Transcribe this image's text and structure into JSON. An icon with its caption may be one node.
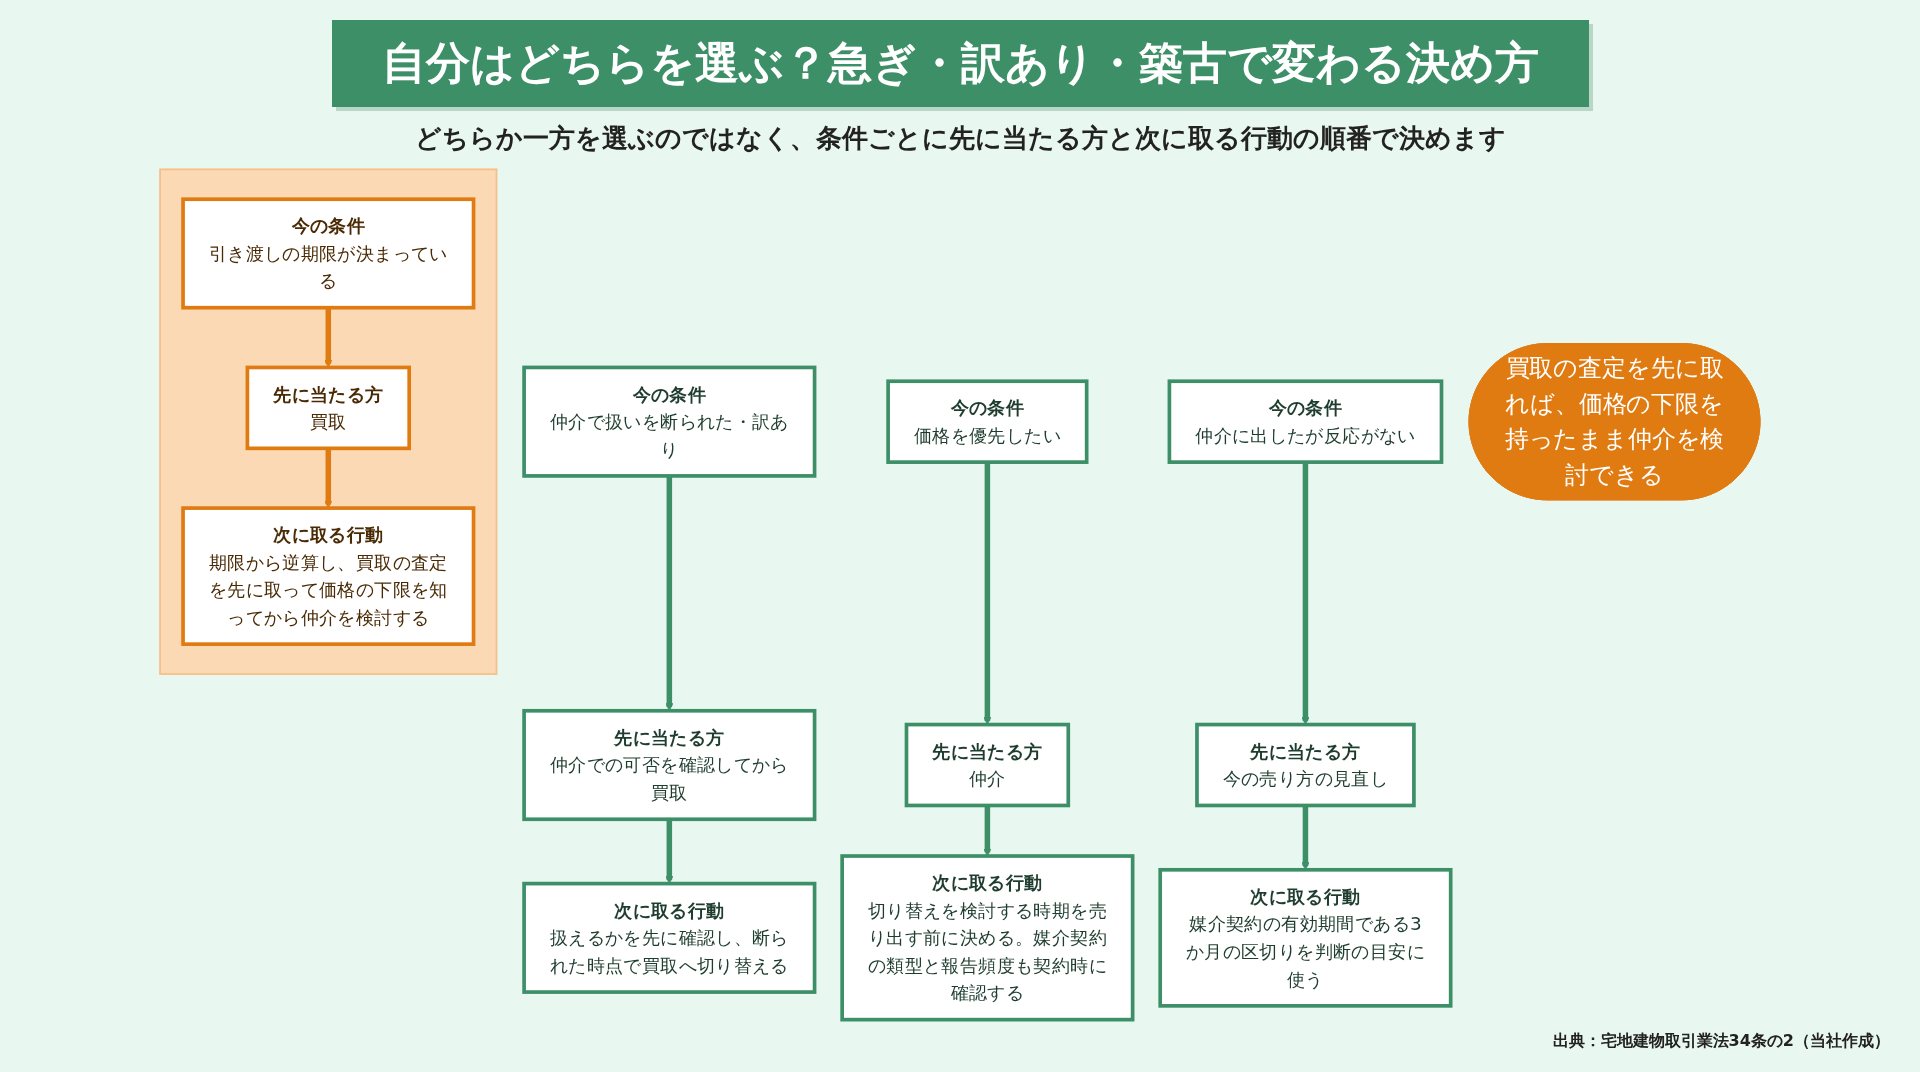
{
  "diagram": {
    "title": "自分はどちらを選ぶ？急ぎ・訳あり・築古で変わる決め方",
    "nodes": [
      {
        "text": [],
        "shape": "box"
      },
      {
        "text": [
          "今の条件",
          "引き渡しの期限が決まっている"
        ],
        "in": 0
      },
      {
        "text": [
          "先に当たる方",
          "買取"
        ],
        "in": 0
      },
      {
        "text": [
          "次に取る行動",
          "期限から逆算し、買取の査定を先に取って価格の下限を知ってから仲介を検討する"
        ],
        "in": 0
      },
      {
        "text": [
          "今の条件",
          "仲介で扱いを断られた・訳あり"
        ]
      },
      {
        "text": [
          "先に当たる方",
          "仲介での可否を確認してから買取"
        ]
      },
      {
        "text": [
          "次に取る行動",
          "扱えるかを先に確認し、断られた時点で買取へ切り替える"
        ]
      },
      {
        "text": [
          "今の条件",
          "価格を優先したい"
        ]
      },
      {
        "text": [
          "先に当たる方",
          "仲介"
        ]
      },
      {
        "text": [
          "次に取る行動",
          "切り替えを検討する時期を売り出す前に決める。媒介契約の類型と報告頻度も契約時に確認する"
        ]
      },
      {
        "text": [
          "今の条件",
          "仲介に出したが反応がない"
        ]
      },
      {
        "text": [
          "先に当たる方",
          "今の売り方の見直し"
        ]
      },
      {
        "text": [
          "次に取る行動",
          "媒介契約の有効期間である3か月の区切りを判断の目安に使う"
        ]
      },
      {
        "text": [
          "買取の査定を先に取れば、価格の下限を持ったまま仲介を検討できる"
        ]
      }
    ],
    "edges": [
      {
        "from": 1,
        "to": 2,
        "arrow": "to",
        "color": "#e07b12"
      },
      {
        "from": 2,
        "to": 3,
        "arrow": "to",
        "color": "#e07b12"
      },
      {
        "from": 4,
        "to": 5,
        "arrow": "to"
      },
      {
        "from": 5,
        "to": 6,
        "arrow": "to"
      },
      {
        "from": 7,
        "to": 8,
        "arrow": "to"
      },
      {
        "from": 8,
        "to": 9,
        "arrow": "to"
      },
      {
        "from": 10,
        "to": 11,
        "arrow": "to"
      },
      {
        "from": 11,
        "to": 12,
        "arrow": "to"
      }
    ],
    "labels": [
      "どちらか一方を選ぶのではなく、条件ごとに先に当たる方と次に取る行動の順番で決めます",
      "出典：宅地建物取引業法34条の2（当社作成）"
    ]
  }
}
